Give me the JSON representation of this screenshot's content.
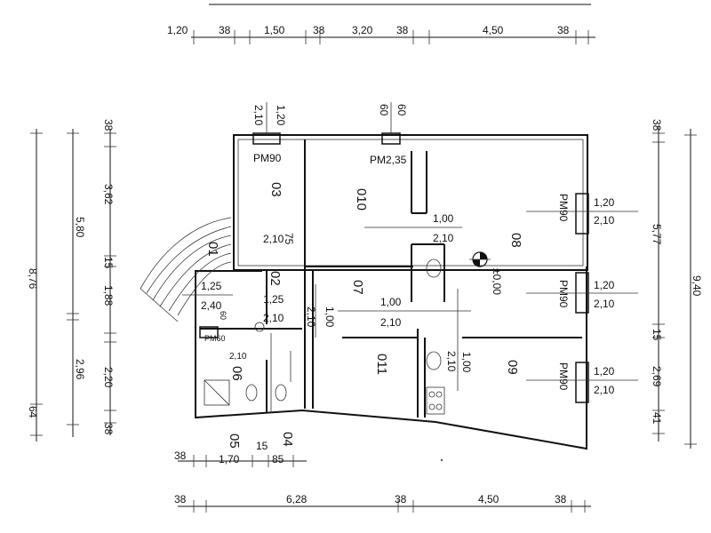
{
  "dims_top": [
    "1,20",
    "38",
    "1,50",
    "38",
    "3,20",
    "38",
    "4,50",
    "38"
  ],
  "dims_bottom_inner": [
    "38",
    "1,70",
    "15",
    "85"
  ],
  "dims_bottom_outer": [
    "38",
    "6,28",
    "38",
    "4,50",
    "38"
  ],
  "dims_left_outer": [
    "8,76",
    "64"
  ],
  "dims_left_mid": [
    "38",
    "5,80",
    "15",
    "2,96"
  ],
  "dims_left_inner": [
    "3,62",
    "1,88",
    "2,20",
    "38"
  ],
  "dims_right_inner": [
    "38",
    "5,77",
    "15",
    "2,69",
    "41"
  ],
  "dims_right_outer": [
    "9,40"
  ],
  "rooms": [
    "03",
    "010",
    "08",
    "01",
    "02",
    "07",
    "011",
    "09",
    "06",
    "05",
    "04"
  ],
  "windows": [
    {
      "code": "PM90",
      "w": "1,20",
      "h": "2,10"
    },
    {
      "code": "PM2,35",
      "w": "60",
      "h": "60"
    },
    {
      "code": "PM90",
      "w": "1,20",
      "h": "2,10"
    },
    {
      "code": "PM90",
      "w": "1,20",
      "h": "2,10"
    },
    {
      "code": "PM90",
      "w": "1,20",
      "h": "2,10"
    }
  ],
  "window_small": "PM60",
  "openings": [
    {
      "w": "1,00",
      "h": "2,10"
    },
    {
      "w": "1,00",
      "h": "2,10"
    },
    {
      "w": "1,25",
      "h": "2,40"
    },
    {
      "w": "1,25",
      "h": "2,10"
    },
    {
      "w": "75",
      "h": "2,10"
    },
    {
      "w": "60",
      "h": "2,10"
    }
  ],
  "vertical_openings": [
    "2,10",
    "1,00",
    "2,10",
    "1,00"
  ],
  "level": "±0,00"
}
